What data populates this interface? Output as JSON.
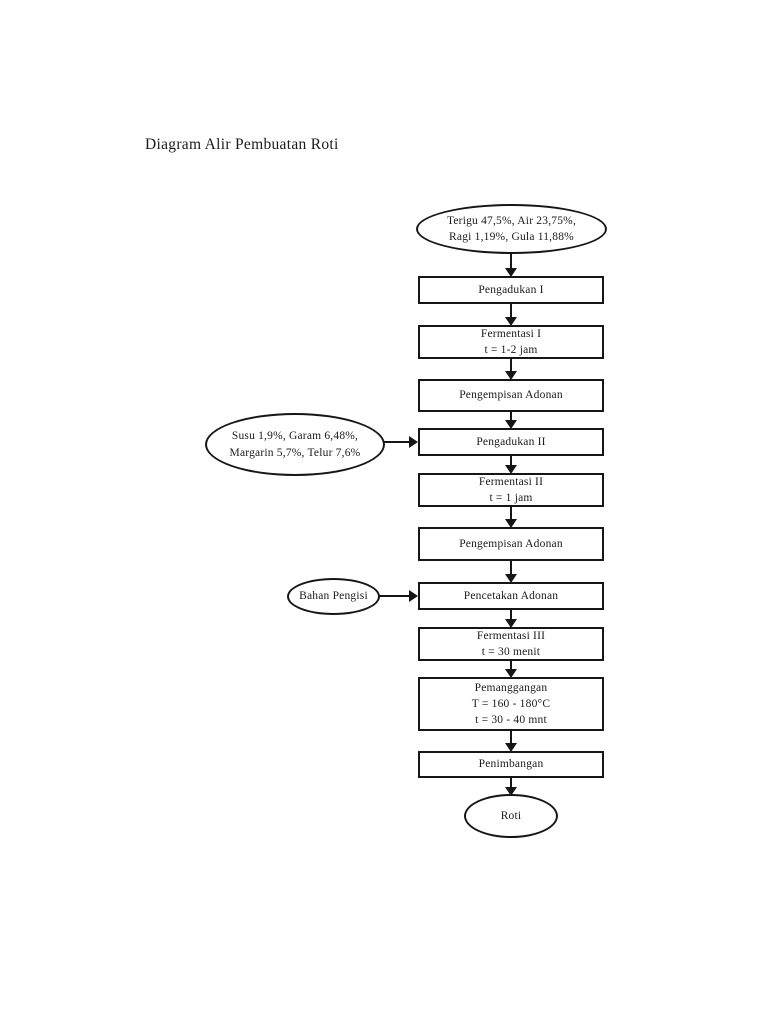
{
  "page": {
    "title": "Diagram Alir Pembuatan Roti",
    "background_color": "#ffffff",
    "ink_color": "#161616"
  },
  "flowchart": {
    "start": {
      "shape": "ellipse",
      "text": "Terigu 47,5%, Air 23,75%,\nRagi 1,19%, Gula 11,88%"
    },
    "steps": [
      {
        "shape": "process-box",
        "label": "Pengadukan I"
      },
      {
        "shape": "process-box",
        "label": "Fermentasi I\nt = 1-2 jam"
      },
      {
        "shape": "process-box",
        "label": "Pengempisan Adonan"
      },
      {
        "shape": "process-box",
        "label": "Pengadukan II"
      },
      {
        "shape": "process-box",
        "label": "Fermentasi II\nt = 1 jam"
      },
      {
        "shape": "process-box",
        "label": "Pengempisan Adonan"
      },
      {
        "shape": "process-box",
        "label": "Pencetakan Adonan"
      },
      {
        "shape": "process-box",
        "label": "Fermentasi III\nt = 30 menit"
      },
      {
        "shape": "process-box",
        "label": "Pemanggangan\nT = 160 - 180°C\nt = 30 - 40 mnt"
      },
      {
        "shape": "process-box",
        "label": "Penimbangan"
      }
    ],
    "side_inputs": [
      {
        "shape": "ellipse",
        "text": "Susu 1,9%, Garam 6,48%,\nMargarin 5,7%, Telur 7,6%",
        "target": "Pengadukan II"
      },
      {
        "shape": "ellipse",
        "text": "Bahan Pengisi",
        "target": "Pencetakan Adonan"
      }
    ],
    "end": {
      "shape": "ellipse",
      "text": "Roti"
    }
  }
}
